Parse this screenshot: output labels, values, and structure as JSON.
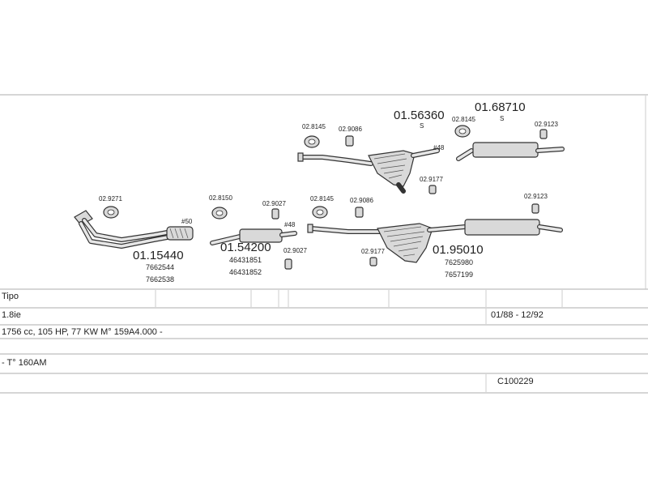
{
  "parts": {
    "p_01_56360": {
      "number": "01.56360",
      "note": "S"
    },
    "p_01_68710": {
      "number": "01.68710",
      "note": "S"
    },
    "p_01_15440": {
      "number": "01.15440",
      "refs": [
        "7662544",
        "7662538"
      ]
    },
    "p_01_54200": {
      "number": "01.54200",
      "refs": [
        "46431851",
        "46431852"
      ]
    },
    "p_01_95010": {
      "number": "01.95010",
      "refs": [
        "7625980",
        "7657199"
      ]
    }
  },
  "fittings": {
    "f1": "02.8145",
    "f2": "02.9086",
    "f3": "02.8145",
    "f4": "02.9123",
    "f5": "02.9177",
    "f6": "02.9271",
    "f7": "02.8150",
    "f8": "02.9027",
    "f9": "02.8145",
    "f10": "02.9086",
    "f11": "02.9123",
    "f12": "02.9027",
    "f13": "02.9177"
  },
  "diameters": {
    "d48_top": "#48",
    "d50": "#50",
    "d48_mid": "#48"
  },
  "table": {
    "model": "Tipo",
    "engine": "1.8ie",
    "date_range": "01/88 - 12/92",
    "spec": "1756 cc, 105 HP, 77 KW M° 159A4.000 -",
    "variant": "- T° 160AM",
    "code": "C100229"
  }
}
